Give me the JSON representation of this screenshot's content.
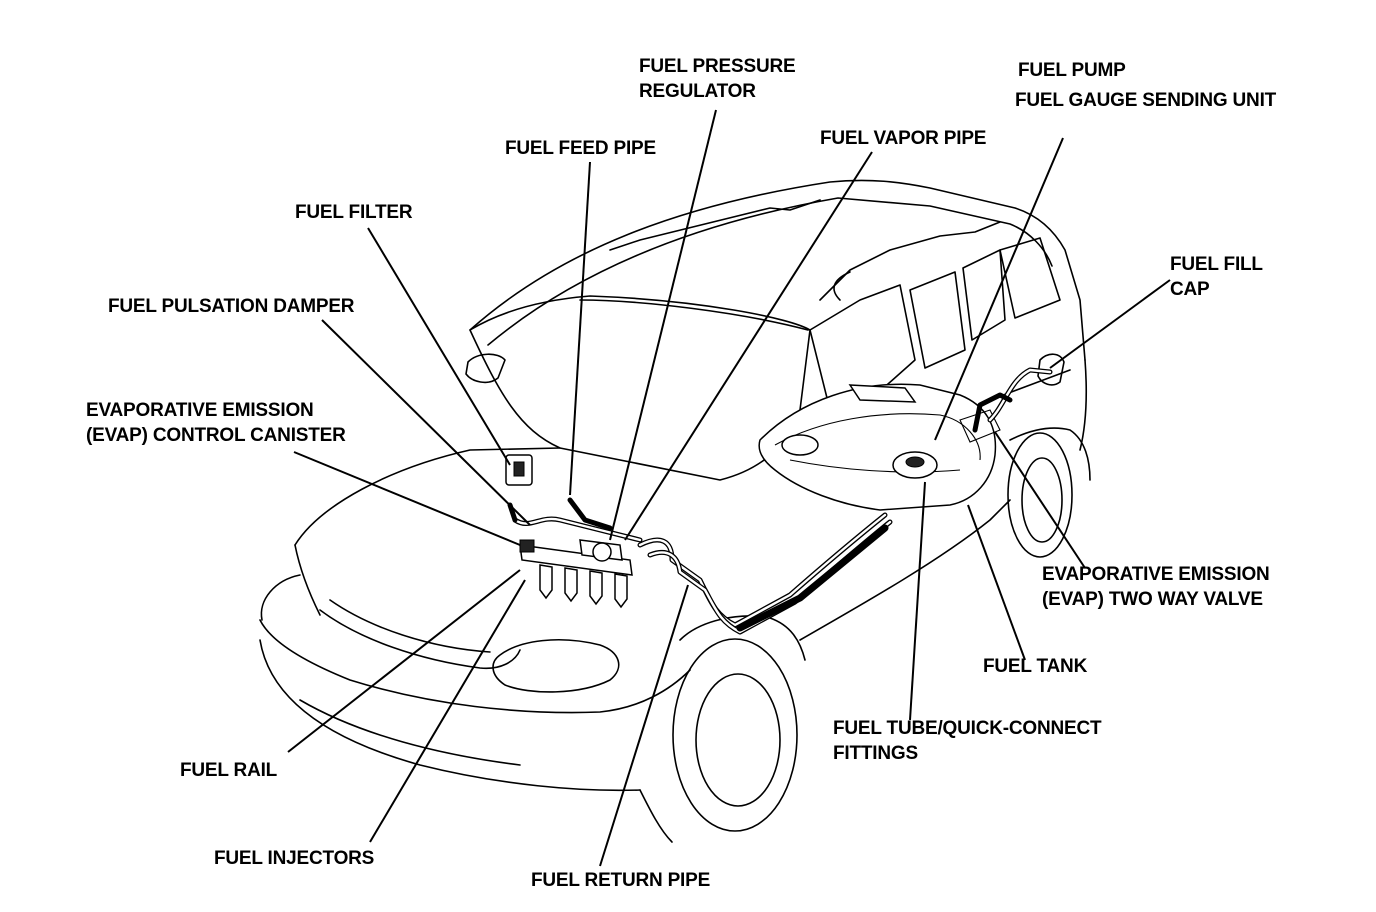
{
  "labels": {
    "fuel_pressure_regulator": [
      "FUEL PRESSURE",
      "REGULATOR"
    ],
    "fuel_pump": "FUEL PUMP",
    "fuel_gauge_sending_unit": "FUEL GAUGE SENDING UNIT",
    "fuel_feed_pipe": "FUEL FEED PIPE",
    "fuel_vapor_pipe": "FUEL VAPOR PIPE",
    "fuel_filter": "FUEL FILTER",
    "fuel_fill_cap": [
      "FUEL FILL",
      "CAP"
    ],
    "fuel_pulsation_damper": "FUEL PULSATION DAMPER",
    "evap_control_canister": [
      "EVAPORATIVE EMISSION",
      "(EVAP) CONTROL CANISTER"
    ],
    "evap_two_way_valve": [
      "EVAPORATIVE EMISSION",
      "(EVAP) TWO WAY VALVE"
    ],
    "fuel_tank": "FUEL TANK",
    "fuel_tube_quick_connect": [
      "FUEL TUBE/QUICK-CONNECT",
      "FITTINGS"
    ],
    "fuel_rail": "FUEL RAIL",
    "fuel_injectors": "FUEL INJECTORS",
    "fuel_return_pipe": "FUEL RETURN PIPE"
  }
}
